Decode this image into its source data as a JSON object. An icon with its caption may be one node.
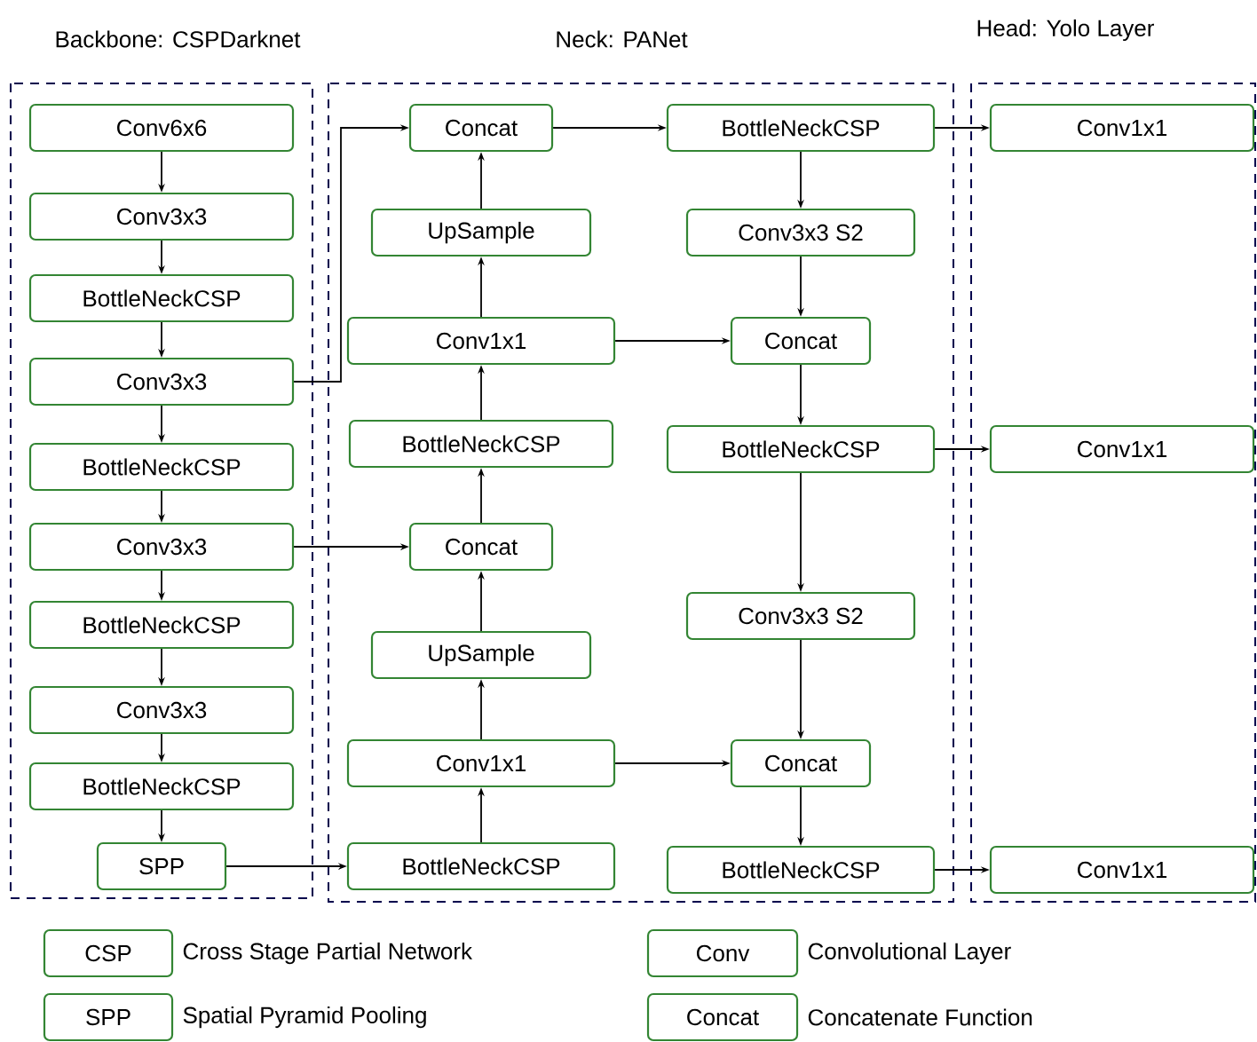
{
  "diagram": {
    "nodes": [
      {
        "text": [
          "Backbone: CSPDarknet"
        ]
      },
      {
        "text": [
          "Neck: PANet"
        ]
      },
      {
        "text": [
          "Head: Yolo Layer"
        ]
      },
      {
        "text": [
          "Conv6x6"
        ],
        "in": 0
      },
      {
        "text": [
          "Conv3x3"
        ],
        "in": 0
      },
      {
        "text": [
          "BottleNeckCSP"
        ],
        "in": 0
      },
      {
        "text": [
          "Conv3x3"
        ],
        "in": 0
      },
      {
        "text": [
          "BottleNeckCSP"
        ],
        "in": 0
      },
      {
        "text": [
          "Conv3x3"
        ],
        "in": 0
      },
      {
        "text": [
          "BottleNeckCSP"
        ],
        "in": 0
      },
      {
        "text": [
          "Conv3x3"
        ],
        "in": 0
      },
      {
        "text": [
          "BottleNeckCSP"
        ],
        "in": 0
      },
      {
        "text": [
          "SPP"
        ],
        "in": 0
      },
      {
        "text": [
          "Concat"
        ],
        "in": 1
      },
      {
        "text": [
          "UpSample"
        ],
        "in": 1
      },
      {
        "text": [
          "Conv1x1"
        ],
        "in": 1
      },
      {
        "text": [
          "BottleNeckCSP"
        ],
        "in": 1
      },
      {
        "text": [
          "Concat"
        ],
        "in": 1
      },
      {
        "text": [
          "UpSample"
        ],
        "in": 1
      },
      {
        "text": [
          "Conv1x1"
        ],
        "in": 1
      },
      {
        "text": [
          "BottleNeckCSP"
        ],
        "in": 1
      },
      {
        "text": [
          "BottleNeckCSP"
        ],
        "in": 1
      },
      {
        "text": [
          "Conv3x3 S2"
        ],
        "in": 1
      },
      {
        "text": [
          "Concat"
        ],
        "in": 1
      },
      {
        "text": [
          "BottleNeckCSP"
        ],
        "in": 1
      },
      {
        "text": [
          "Conv3x3 S2"
        ],
        "in": 1
      },
      {
        "text": [
          "Concat"
        ],
        "in": 1
      },
      {
        "text": [
          "BottleNeckCSP"
        ],
        "in": 1
      },
      {
        "text": [
          "Conv1x1"
        ],
        "in": 2
      },
      {
        "text": [
          "Conv1x1"
        ],
        "in": 2
      },
      {
        "text": [
          "Conv1x1"
        ],
        "in": 2
      },
      {
        "text": [
          "CSP"
        ],
        "beside": [
          "Cross Stage Partial Network"
        ]
      },
      {
        "text": [
          "Conv"
        ],
        "beside": [
          "Convolutional Layer"
        ]
      },
      {
        "text": [
          "SPP"
        ],
        "beside": [
          "Spatial Pyramid Pooling"
        ]
      },
      {
        "text": [
          "Concat"
        ],
        "beside": [
          "Concatenate Function"
        ]
      }
    ],
    "edges": [
      {
        "from": 3,
        "to": 4,
        "arrow": "to"
      },
      {
        "from": 4,
        "to": 5,
        "arrow": "to"
      },
      {
        "from": 5,
        "to": 6,
        "arrow": "to"
      },
      {
        "from": 6,
        "to": 7,
        "arrow": "to"
      },
      {
        "from": 7,
        "to": 8,
        "arrow": "to"
      },
      {
        "from": 8,
        "to": 9,
        "arrow": "to"
      },
      {
        "from": 9,
        "to": 10,
        "arrow": "to"
      },
      {
        "from": 10,
        "to": 11,
        "arrow": "to"
      },
      {
        "from": 11,
        "to": 12,
        "arrow": "to"
      },
      {
        "from": 6,
        "to": 13,
        "arrow": "to"
      },
      {
        "from": 8,
        "to": 17,
        "arrow": "to"
      },
      {
        "from": 12,
        "to": 20,
        "arrow": "to"
      },
      {
        "from": 20,
        "to": 19,
        "arrow": "to"
      },
      {
        "from": 19,
        "to": 18,
        "arrow": "to"
      },
      {
        "from": 18,
        "to": 17,
        "arrow": "to"
      },
      {
        "from": 17,
        "to": 16,
        "arrow": "to"
      },
      {
        "from": 16,
        "to": 15,
        "arrow": "to"
      },
      {
        "from": 15,
        "to": 14,
        "arrow": "to"
      },
      {
        "from": 14,
        "to": 13,
        "arrow": "to"
      },
      {
        "from": 13,
        "to": 21,
        "arrow": "to"
      },
      {
        "from": 21,
        "to": 22,
        "arrow": "to"
      },
      {
        "from": 22,
        "to": 23,
        "arrow": "to"
      },
      {
        "from": 15,
        "to": 23,
        "arrow": "to"
      },
      {
        "from": 23,
        "to": 24,
        "arrow": "to"
      },
      {
        "from": 24,
        "to": 25,
        "arrow": "to"
      },
      {
        "from": 25,
        "to": 26,
        "arrow": "to"
      },
      {
        "from": 19,
        "to": 26,
        "arrow": "to"
      },
      {
        "from": 26,
        "to": 27,
        "arrow": "to"
      },
      {
        "from": 21,
        "to": 28,
        "arrow": "to"
      },
      {
        "from": 24,
        "to": 29,
        "arrow": "to"
      },
      {
        "from": 27,
        "to": 30,
        "arrow": "to"
      }
    ]
  }
}
